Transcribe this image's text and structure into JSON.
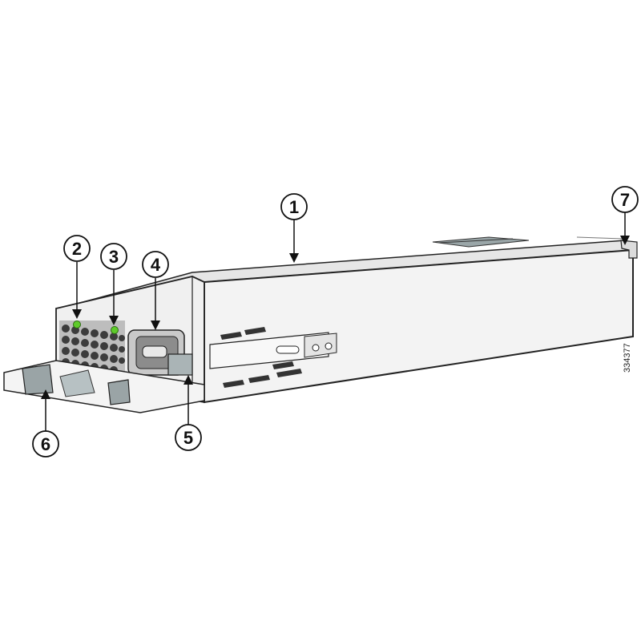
{
  "figure": {
    "subject": "power supply module",
    "figure_id": "334377",
    "colors": {
      "body_top": "#e8e8e8",
      "body_side": "#f2f2f2",
      "outline": "#222222",
      "led_green": "#5ecb2a",
      "vent_dark": "#3c3c3c",
      "latch_gray": "#8a9597"
    }
  },
  "callouts": [
    {
      "id": "1",
      "label": "1",
      "target": "top-cover"
    },
    {
      "id": "2",
      "label": "2",
      "target": "led-left"
    },
    {
      "id": "3",
      "label": "3",
      "target": "led-right"
    },
    {
      "id": "4",
      "label": "4",
      "target": "ac-power-connector"
    },
    {
      "id": "5",
      "label": "5",
      "target": "power-cord-retainer"
    },
    {
      "id": "6",
      "label": "6",
      "target": "extraction-handle"
    },
    {
      "id": "7",
      "label": "7",
      "target": "rear-connector"
    }
  ]
}
